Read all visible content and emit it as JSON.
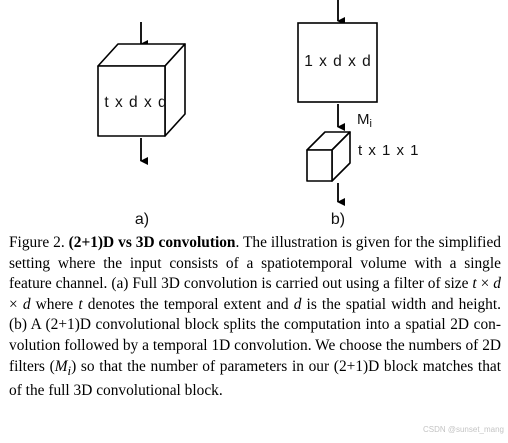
{
  "diagram": {
    "panel_a": {
      "cube_label": "t x d x d",
      "panel_label": "a)"
    },
    "panel_b": {
      "spatial_label": "1 x d x d",
      "filters_label": "M",
      "filters_subscript": "i",
      "temporal_label": "t x 1 x 1",
      "panel_label": "b)"
    }
  },
  "caption": {
    "figure_number": "Figure 2.",
    "title": "(2+1)D vs 3D convolution",
    "t1": ". The illustration is given for the simplified setting where the input consists of a spatiotemporal volume with a single feature channel. (a) Full 3D convolution is carried out using a filter of size ",
    "v_t": "t",
    "times1": " × ",
    "v_d1": "d",
    "times2": " × ",
    "v_d2": "d",
    "t2": " where ",
    "v_t2": "t",
    "t3": " denotes the tem­poral extent and ",
    "v_d3": "d",
    "t4": " is the spatial width and height. (b) A (2+1)D convolutional block splits the computation into a spatial 2D con­volution followed by a temporal 1D convolution. We choose the numbers of 2D filters (",
    "v_M": "M",
    "v_i": "i",
    "t5": ") so that the number of parameters in our (2+1)D block matches that of the full 3D convolutional block."
  },
  "watermark": "CSDN @sunset_mang"
}
